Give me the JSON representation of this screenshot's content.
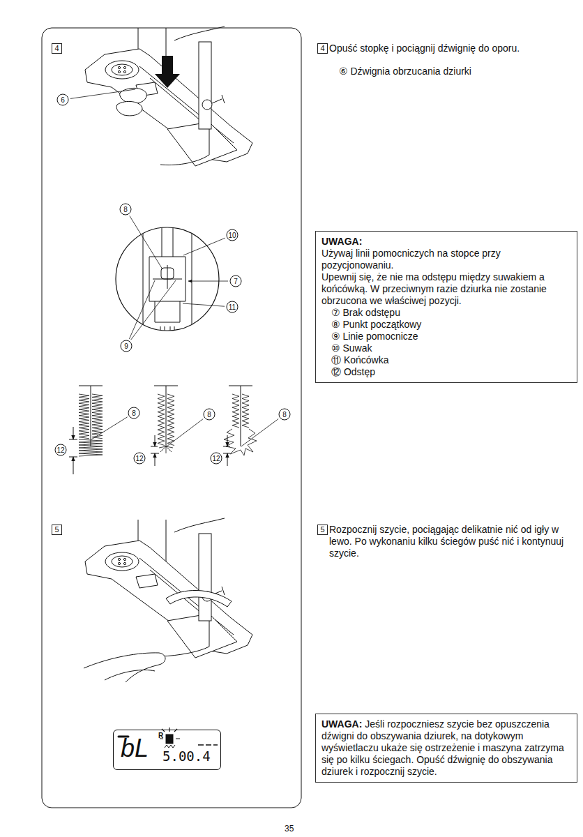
{
  "diagram": {
    "nodes": [
      {
        "text": [
          "4"
        ]
      },
      {
        "text": [
          "4"
        ]
      },
      {
        "text": [
          "UWAGA:",
          "Używaj linii pomocniczych na stopce przy pozycjonowaniu.",
          "Upewnij się, że nie ma odstępu między suwakiem a końcówką. W przeciwnym razie dziurka nie zostanie obrzucona we właściwej pozycji.",
          "⑦ Brak odstępu",
          "⑧ Punkt początkowy",
          "⑨ Linie pomocnicze",
          "⑩ Suwak",
          "⑪ Końcówka",
          "⑫ Odstęp"
        ]
      },
      {
        "text": [
          "5"
        ]
      },
      {
        "text": [
          "5"
        ]
      },
      {
        "text": [
          "R",
          "bL",
          "5.00.4"
        ]
      },
      {
        "text": [
          "UWAGA:",
          "Jeśli rozpoczniesz szycie bez opuszczenia dźwigni do obszywania dziurek, na dotykowym wyświetlaczu ukaże się ostrzeżenie i maszyna zatrzyma się po kilku ściegach. Opuść dźwignię do obszywania dziurek i rozpocznij szycie."
        ]
      }
    ],
    "labels": [
      "Opuść stopkę i pociągnij dźwignię do oporu.",
      "⑥ Dźwignia obrzucania dziurki",
      "6",
      "8",
      "10",
      "7",
      "11",
      "9",
      "8",
      "12",
      "8",
      "12",
      "8",
      "12",
      "Rozpocznij szycie, pociągając delikatnie nić od igły w lewo. Po wykonaniu kilku ściegów puść nić i kontynuuj szycie.",
      "35"
    ]
  }
}
